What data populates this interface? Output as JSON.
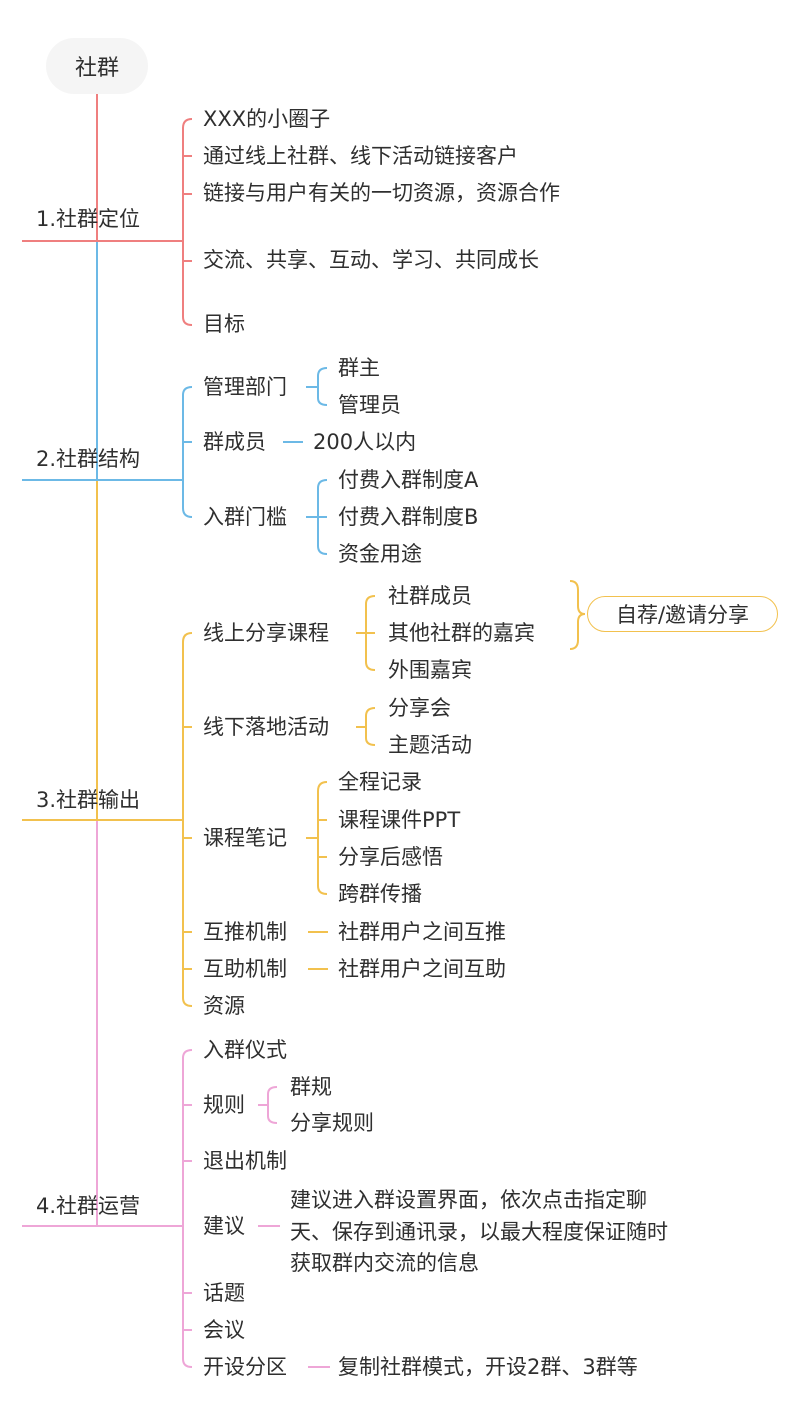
{
  "root": "社群",
  "colors": {
    "positioning": "#ef7f7f",
    "structure": "#6cb9e6",
    "output": "#f2c14e",
    "operation": "#eea6d7"
  },
  "positioning": {
    "label": "1.社群定位",
    "items": [
      "XXX的小圈子",
      "通过线上社群、线下活动链接客户",
      "链接与用户有关的一切资源，资源合作",
      "交流、共享、互动、学习、共同成长",
      "目标"
    ]
  },
  "structure": {
    "label": "2.社群结构",
    "management": {
      "label": "管理部门",
      "children": [
        "群主",
        "管理员"
      ]
    },
    "members": {
      "label": "群成员",
      "child": "200人以内"
    },
    "threshold": {
      "label": "入群门槛",
      "children": [
        "付费入群制度A",
        "付费入群制度B",
        "资金用途"
      ]
    }
  },
  "output": {
    "label": "3.社群输出",
    "online": {
      "label": "线上分享课程",
      "children": [
        "社群成员",
        "其他社群的嘉宾",
        "外围嘉宾"
      ],
      "summary": "自荐/邀请分享"
    },
    "offline": {
      "label": "线下落地活动",
      "children": [
        "分享会",
        "主题活动"
      ]
    },
    "notes": {
      "label": "课程笔记",
      "children": [
        "全程记录",
        "课程课件PPT",
        "分享后感悟",
        "跨群传播"
      ]
    },
    "recommend": {
      "label": "互推机制",
      "child": "社群用户之间互推"
    },
    "help": {
      "label": "互助机制",
      "child": "社群用户之间互助"
    },
    "resources": {
      "label": "资源"
    }
  },
  "operation": {
    "label": "4.社群运营",
    "ceremony": "入群仪式",
    "rules": {
      "label": "规则",
      "children": [
        "群规",
        "分享规则"
      ]
    },
    "exit": "退出机制",
    "suggestion": {
      "label": "建议",
      "child": "建议进入群设置界面，依次点击指定聊天、保存到通讯录，以最大程度保证随时获取群内交流的信息"
    },
    "topic": "话题",
    "meeting": "会议",
    "partition": {
      "label": "开设分区",
      "child": "复制社群模式，开设2群、3群等"
    }
  }
}
